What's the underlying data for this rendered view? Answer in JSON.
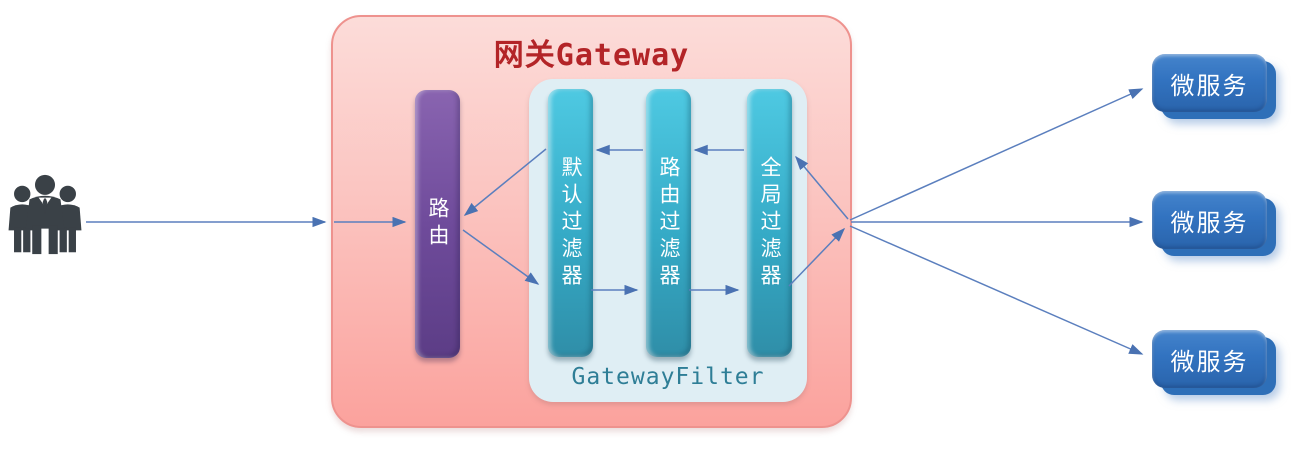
{
  "diagram": {
    "users": {
      "icon": "people-group-icon"
    },
    "gateway": {
      "title": "网关Gateway",
      "route_bar": {
        "label": "路由"
      },
      "filter_box": {
        "label": "GatewayFilter",
        "bars": [
          {
            "label": "默认过滤器"
          },
          {
            "label": "路由过滤器"
          },
          {
            "label": "全局过滤器"
          }
        ]
      }
    },
    "microservices": [
      {
        "label": "微服务"
      },
      {
        "label": "微服务"
      },
      {
        "label": "微服务"
      }
    ],
    "colors": {
      "arrow_line": "#5b7fbe",
      "arrow_head": "#4a72b2",
      "gateway_fill_top": "#fcdcd9",
      "gateway_fill_bottom": "#fba29d",
      "gateway_border": "#ee928e",
      "gateway_title": "#b32427",
      "filter_box_fill": "#dfeef4",
      "filter_label": "#2e7e96",
      "route_bar_purple": "#6f4b9b",
      "filter_bar_teal": "#35aac6",
      "microservice_blue": "#3273c0",
      "users_icon": "#3a4147"
    }
  }
}
